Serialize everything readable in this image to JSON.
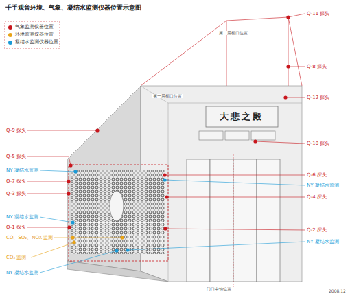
{
  "diagram": {
    "title": "千手观音环境、气象、凝结水监测仪器位置示意图",
    "labels": [
      "第二层楣口位置",
      "Q-11 探头",
      "Q-8 探头",
      "Q-12 探头",
      "大悲之殿",
      "第一层楣口位置",
      "Q-10 探头",
      "Q-9 探头",
      "Q-5 探头",
      "NY 凝结水监测",
      "Q-7 探头",
      "Q-6 探头",
      "NY 凝结水监测",
      "Q-3 探头",
      "Q-4 探头",
      "NY 凝结水监测",
      "Q-1 探头",
      "Q-2 探头",
      "CO、SO₂、NOX 监测",
      "NY 凝结水监测",
      "CO₂ 监测",
      "NY 凝结水监测",
      "门口中轴位置",
      "2008.12"
    ],
    "legend": [
      {
        "text": "气象监测仪器位置",
        "color": "#c8161d"
      },
      {
        "text": "环境监测仪器位置",
        "color": "#e8a317"
      },
      {
        "text": "凝结水监测仪器位置",
        "color": "#1b9ad6"
      }
    ]
  }
}
